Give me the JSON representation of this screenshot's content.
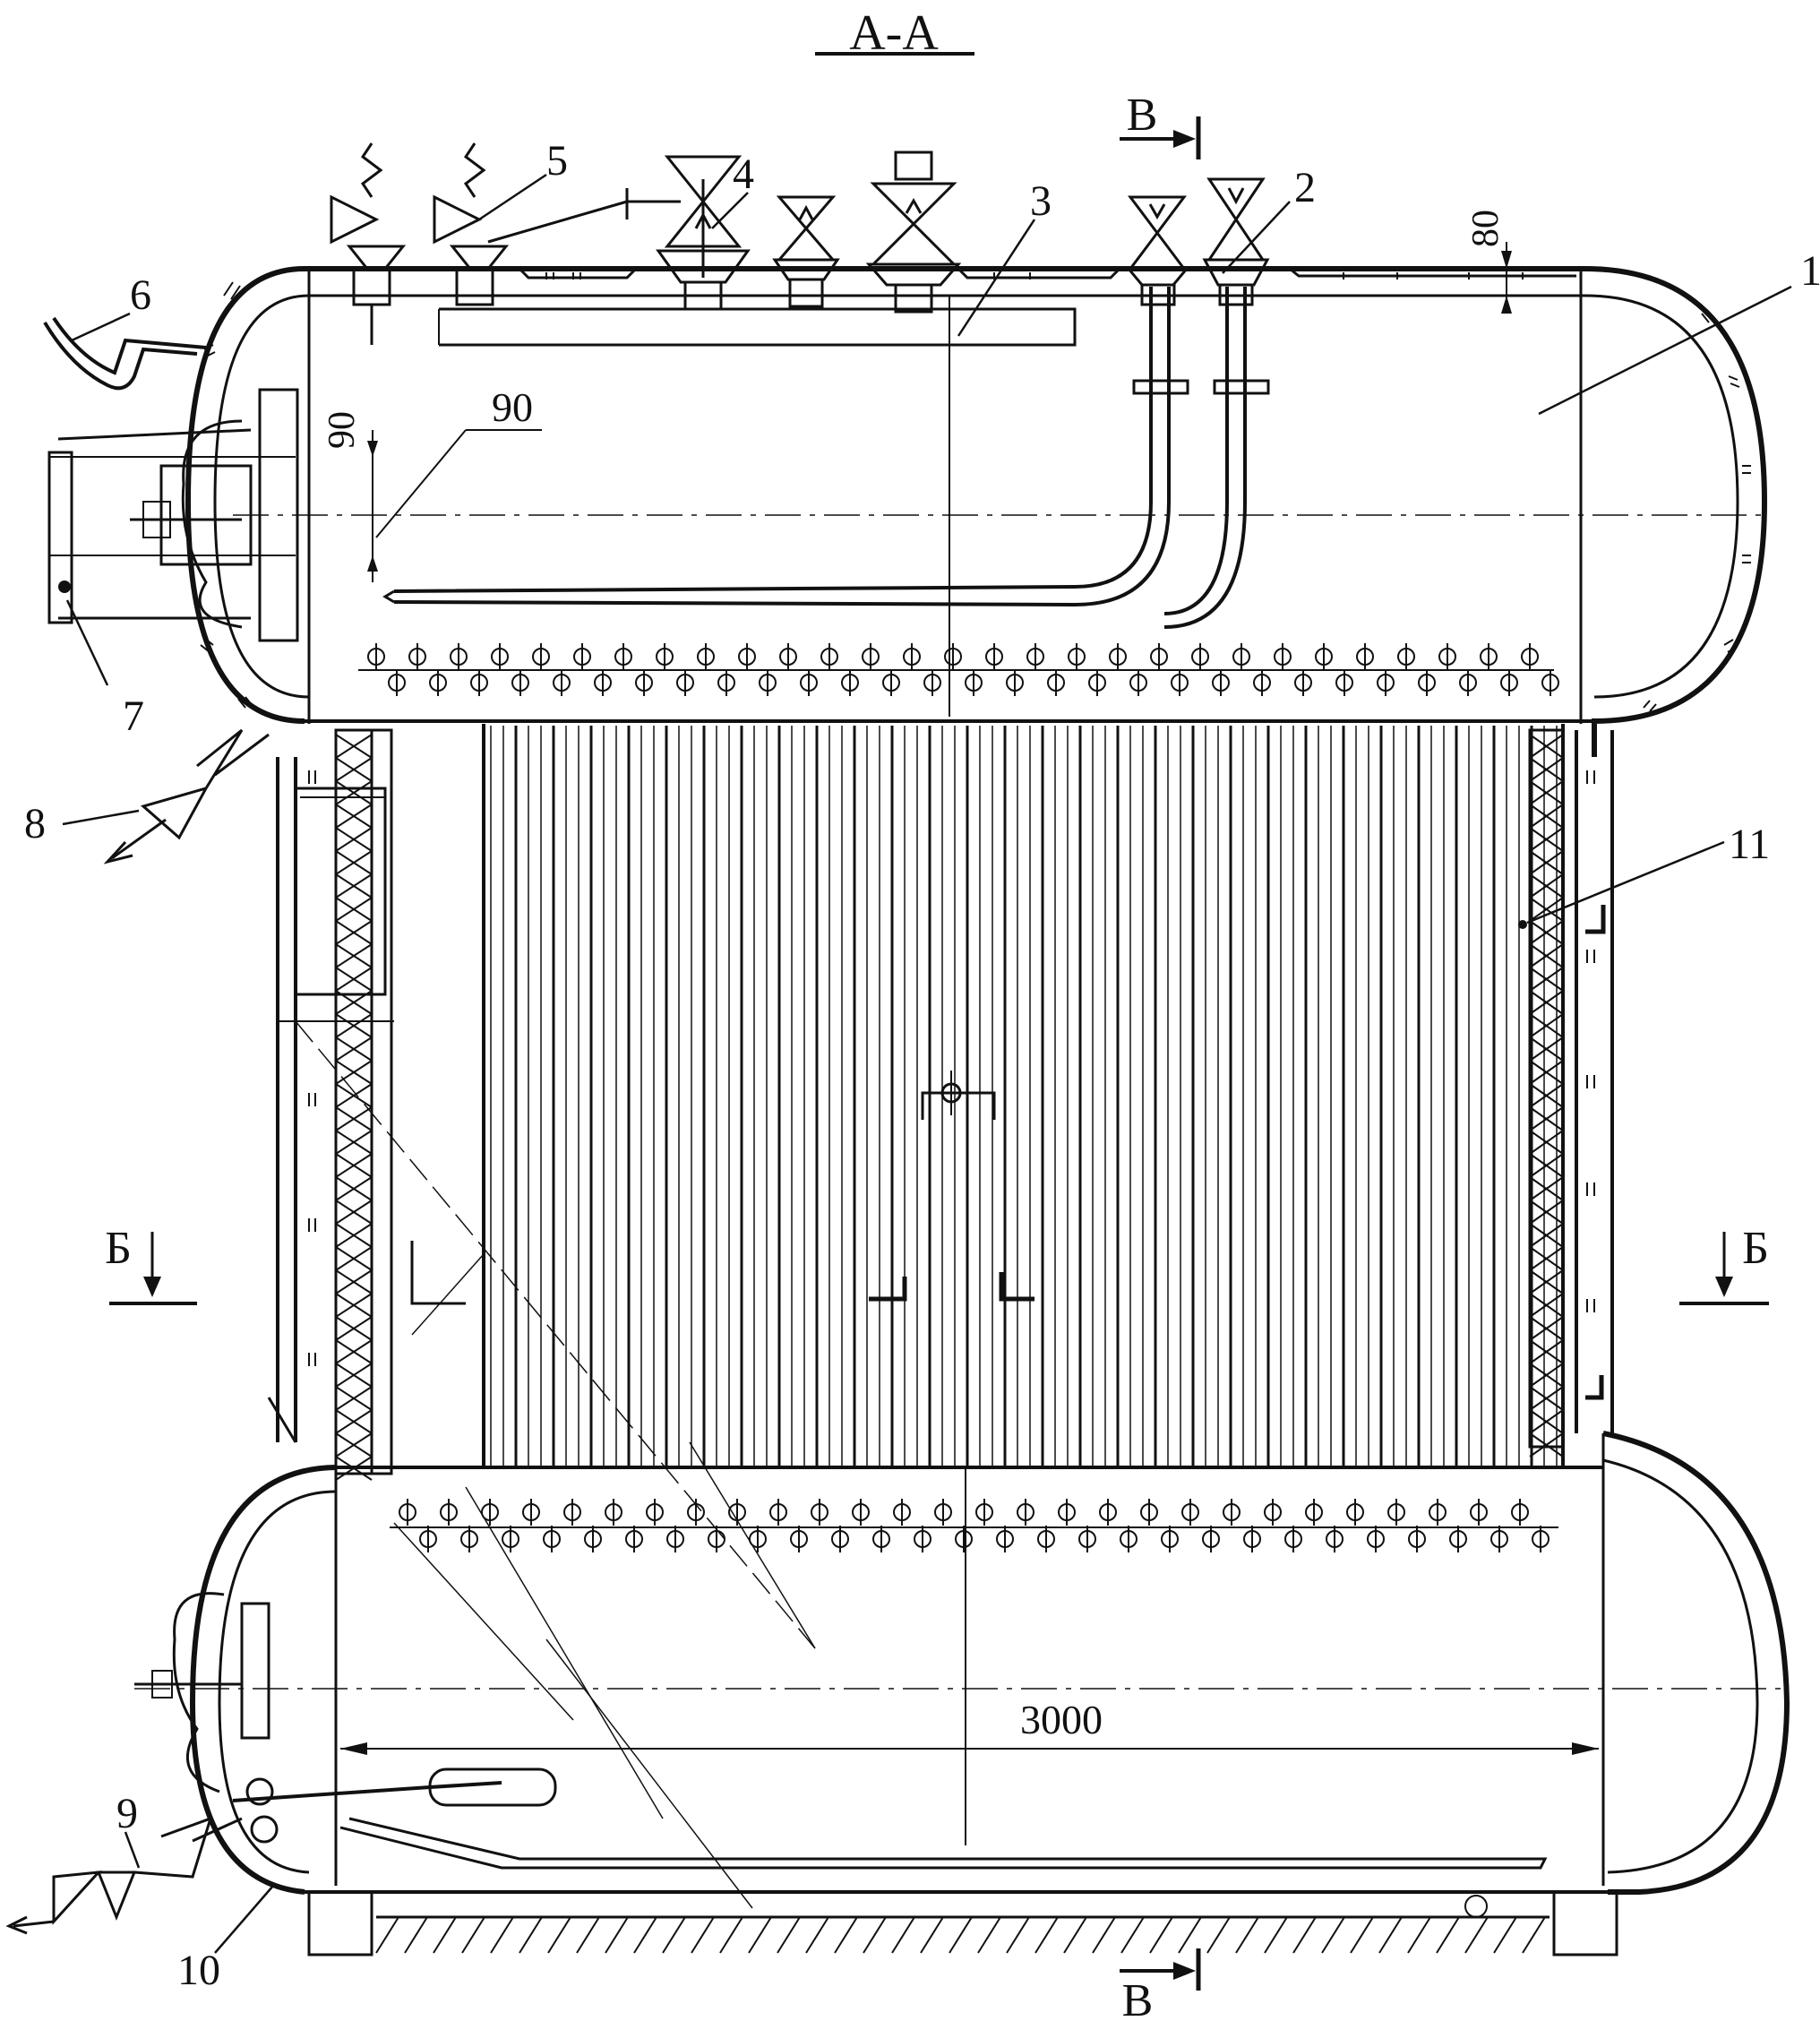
{
  "section_title": "А-А",
  "cut_b_left": "Б",
  "cut_b_right": "Б",
  "cut_v_top": "В",
  "cut_v_bottom": "В",
  "callouts": [
    "1",
    "2",
    "3",
    "4",
    "5",
    "6",
    "7",
    "8",
    "9",
    "10",
    "11"
  ],
  "dimensions": {
    "wall_top": "80",
    "pipe_offset_vertical": "90",
    "pipe_offset": "90",
    "drum_length": "3000"
  },
  "colors": {
    "ink": "#111111",
    "paper": "#ffffff"
  }
}
